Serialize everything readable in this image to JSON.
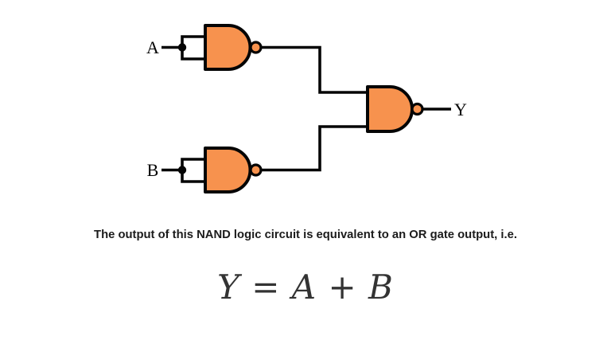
{
  "colors": {
    "background": "#ffffff",
    "gate_fill": "#f7924e",
    "line": "#050505",
    "caption_text": "#1b1b1b",
    "formula_text": "#333333"
  },
  "circuit": {
    "input_a_label": "A",
    "input_b_label": "B",
    "output_label": "Y"
  },
  "caption": {
    "text": "The output of this NAND logic circuit is equivalent to an OR gate output, i.e."
  },
  "formula": {
    "text": "Y = A + B"
  }
}
